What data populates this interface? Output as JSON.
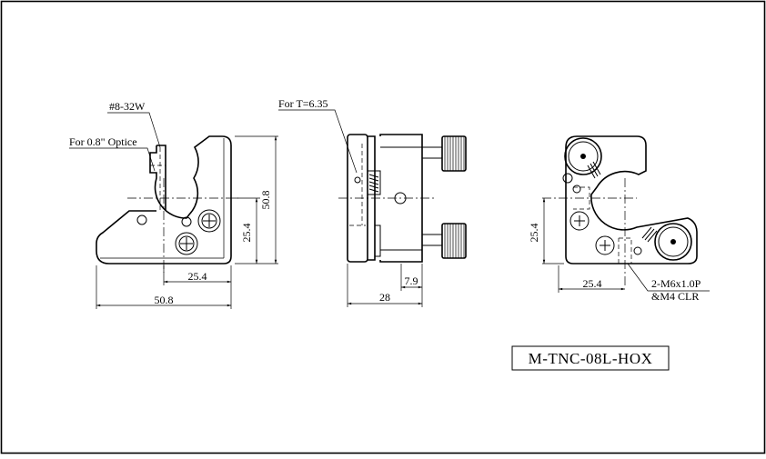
{
  "drawing": {
    "model_number": "M-TNC-08L-HOX",
    "front_view": {
      "thread_callout": "#8-32W",
      "optic_callout": "For 0.8\" Optice",
      "dim_height": "50.8",
      "dim_center_height": "25.4",
      "dim_center_width": "25.4",
      "dim_width": "50.8"
    },
    "side_view": {
      "thickness_callout": "For T=6.35",
      "dim_depth": "28",
      "dim_offset": "7.9"
    },
    "back_view": {
      "dim_center_height": "25.4",
      "dim_center_width": "25.4",
      "hole_callout_line1": "2-M6x1.0P",
      "hole_callout_line2": "&M4 CLR"
    }
  }
}
